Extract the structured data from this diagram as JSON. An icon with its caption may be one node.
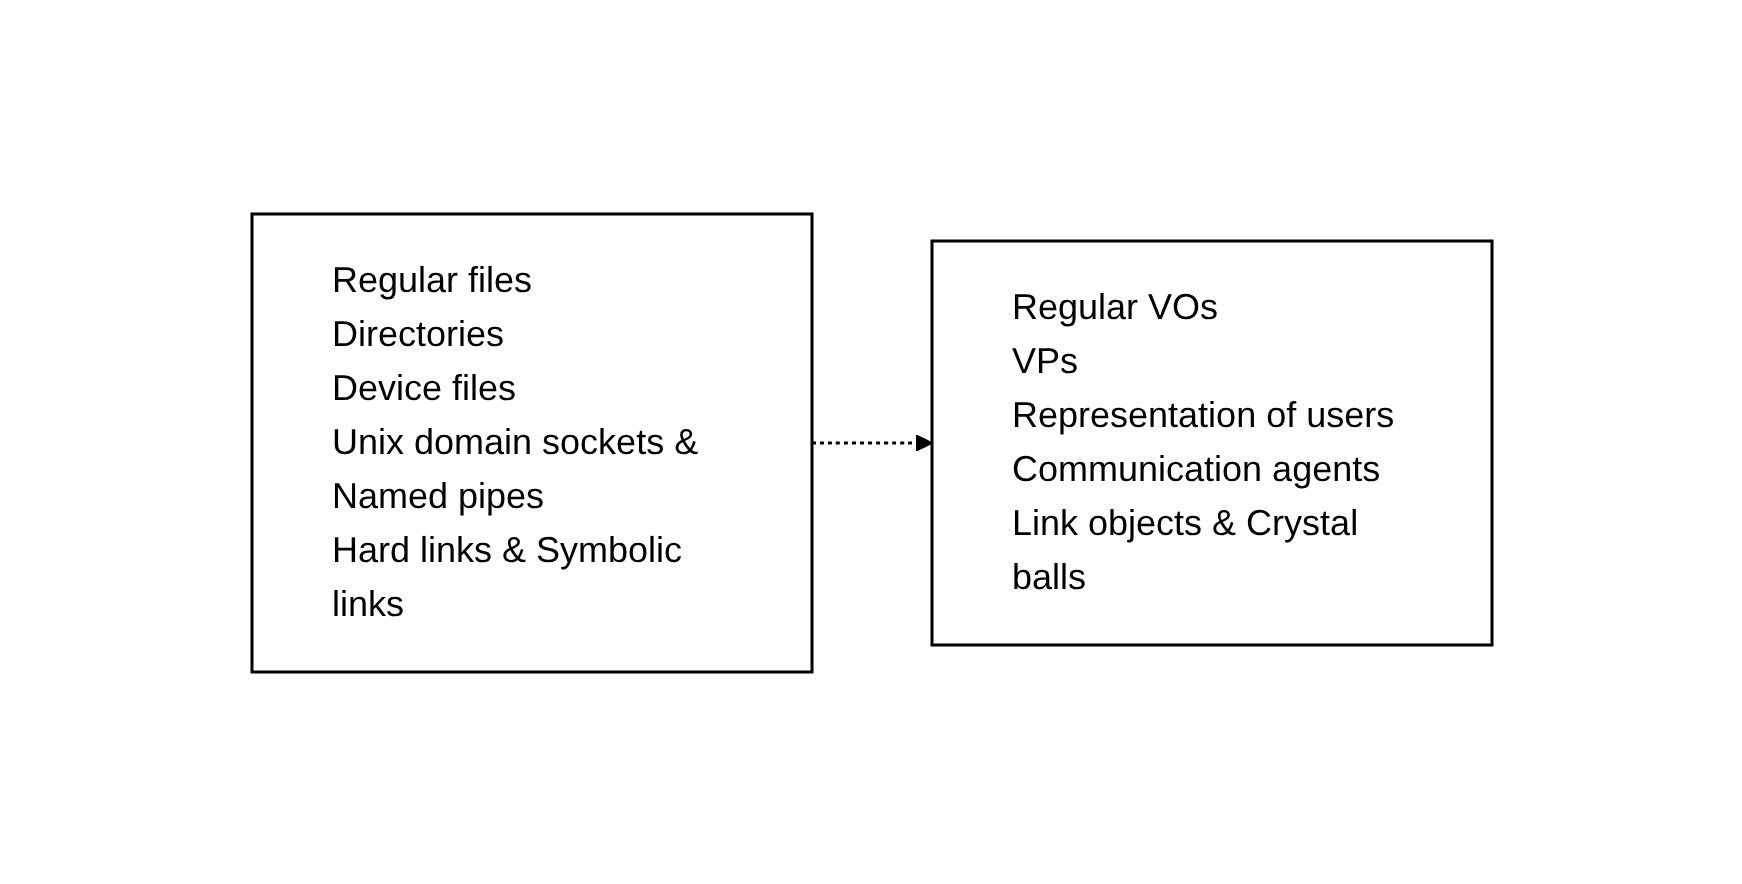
{
  "diagram": {
    "nodes": [
      {
        "text": [
          "Regular files",
          "Directories",
          "Device files",
          "Unix domain sockets & Named pipes",
          "Hard links & Symbolic links"
        ]
      },
      {
        "text": [
          "Regular VOs",
          "VPs",
          "Representation of users",
          "Communication agents",
          "Link objects & Crystal balls"
        ]
      }
    ],
    "edges": [
      {
        "from": 0,
        "to": 1,
        "arrow": "to",
        "style": "dashed"
      }
    ]
  }
}
